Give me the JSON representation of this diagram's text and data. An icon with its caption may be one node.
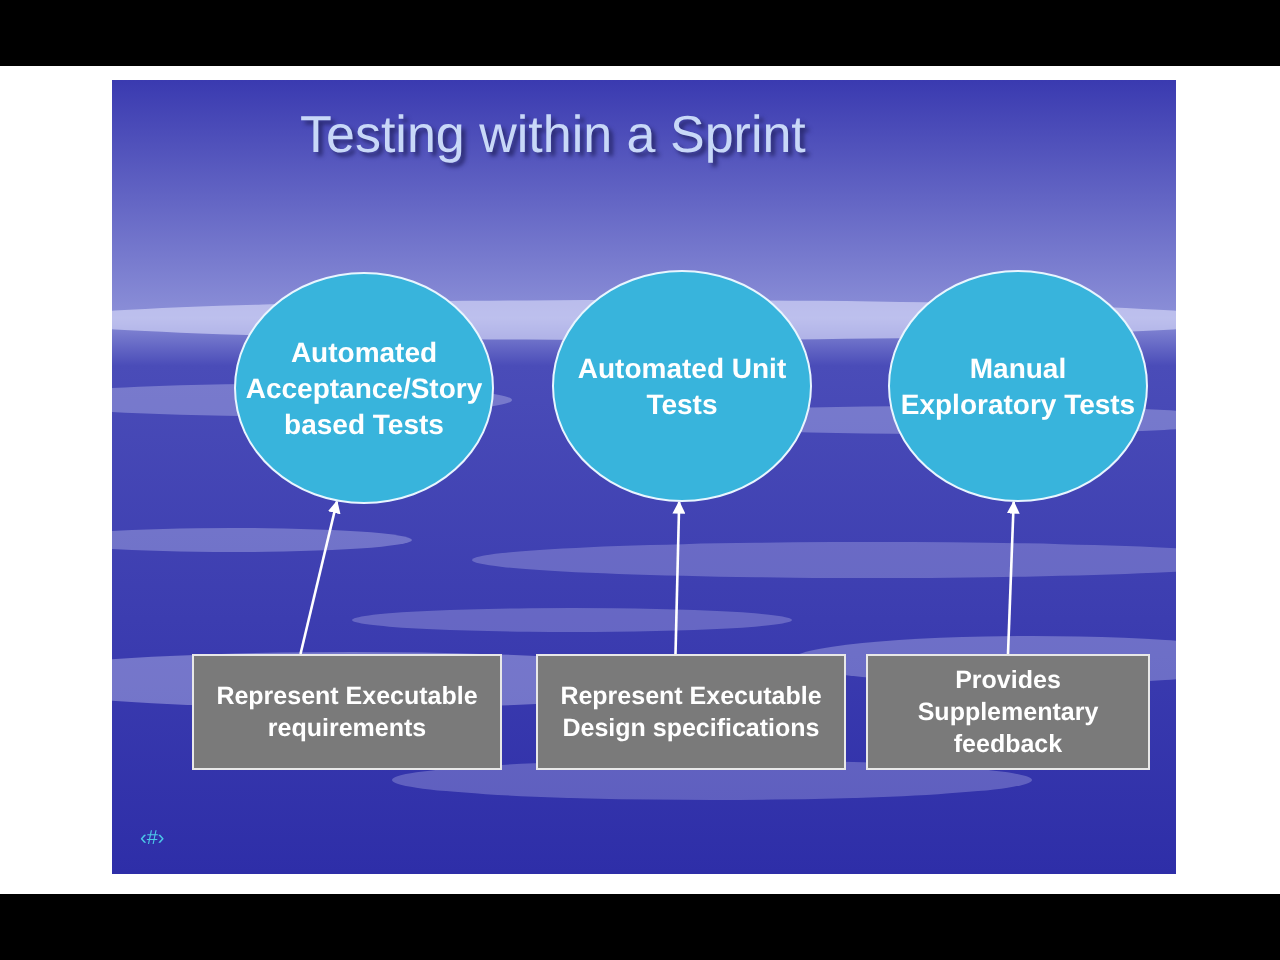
{
  "diagram": {
    "title": "Testing within a Sprint",
    "nodes": [
      {
        "text": [
          "Automated Acceptance/Story based Tests"
        ]
      },
      {
        "text": [
          "Automated Unit Tests"
        ]
      },
      {
        "text": [
          "Manual Exploratory Tests"
        ]
      },
      {
        "text": [
          "Represent Executable requirements"
        ]
      },
      {
        "text": [
          "Represent Executable Design specifications"
        ]
      },
      {
        "text": [
          "Provides Supplementary feedback"
        ]
      }
    ],
    "edges": [
      {
        "from": 3,
        "to": 0,
        "arrow": "to"
      },
      {
        "from": 4,
        "to": 1,
        "arrow": "to"
      },
      {
        "from": 5,
        "to": 2,
        "arrow": "to"
      }
    ],
    "labels": [
      "‹#›"
    ]
  }
}
